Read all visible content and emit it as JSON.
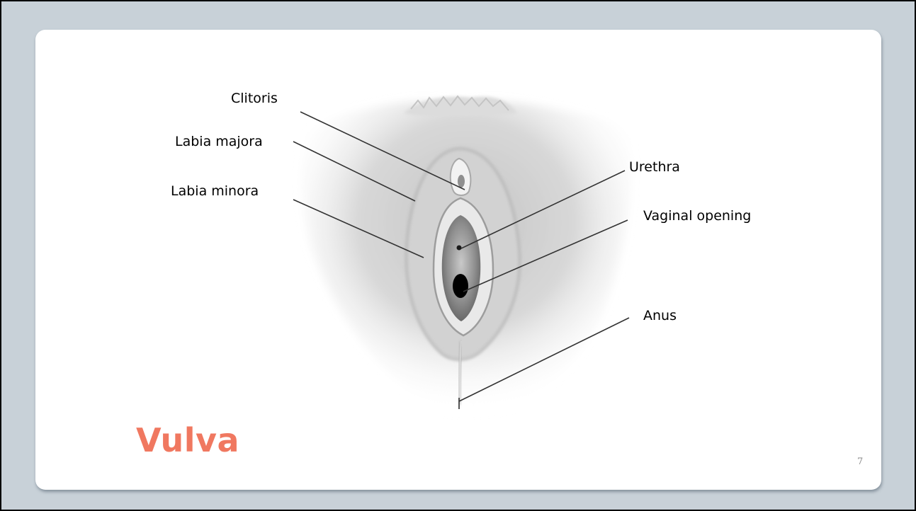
{
  "slide": {
    "title": "Vulva",
    "page_number": "7",
    "title_color": "#f07860"
  },
  "diagram": {
    "labels": {
      "clitoris": "Clitoris",
      "labia_majora": "Labia majora",
      "labia_minora": "Labia minora",
      "urethra": "Urethra",
      "vaginal_opening": "Vaginal opening",
      "anus": "Anus"
    }
  }
}
